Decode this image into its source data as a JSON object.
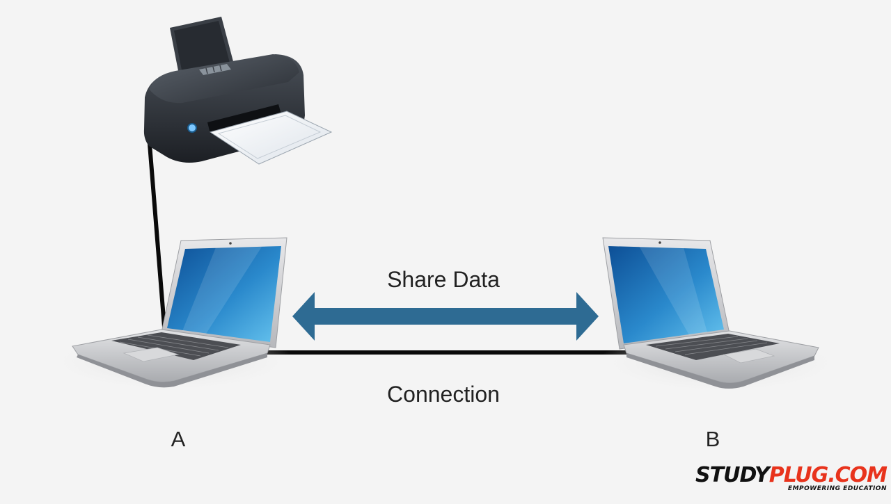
{
  "diagram": {
    "share_label": "Share Data",
    "connection_label": "Connection",
    "computer_a_label": "A",
    "computer_b_label": "B"
  },
  "logo": {
    "text_part1": "STUDY",
    "text_part2": "PLUG.COM",
    "tagline": "EMPOWERING EDUCATION"
  },
  "colors": {
    "background": "#f4f4f4",
    "arrow": "#2e6b93",
    "cable": "#0a0a0a",
    "brand_red": "#e8331c"
  },
  "icons": [
    "printer-icon",
    "laptop-icon",
    "laptop-icon",
    "double-arrow-icon"
  ]
}
